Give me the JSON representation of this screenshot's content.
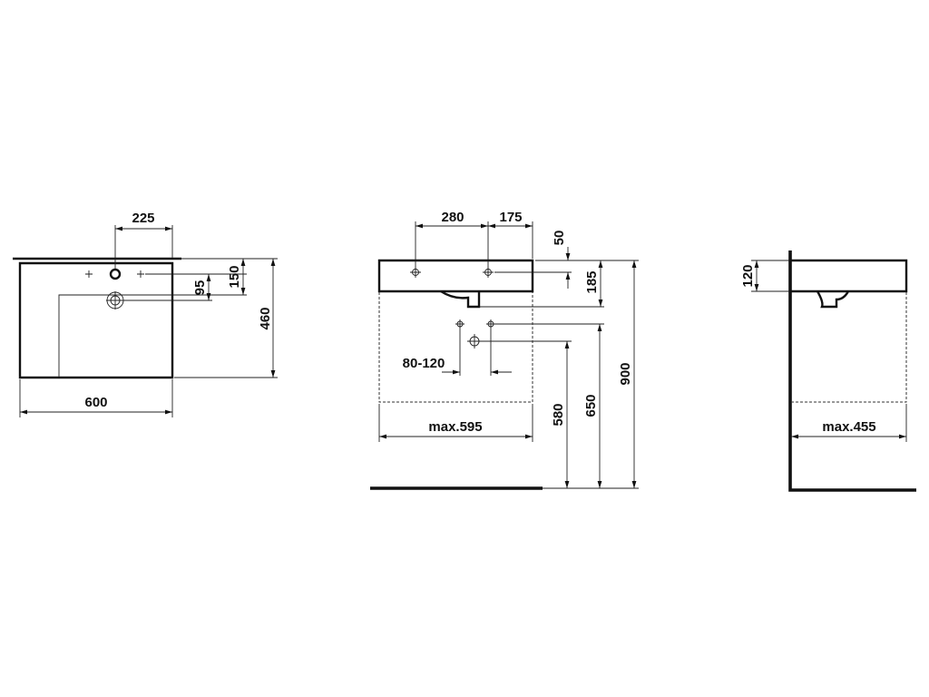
{
  "dimensions": {
    "top_view": {
      "tap_offset": "225",
      "width": "600",
      "depth": "460",
      "tap_hole_depth": "150",
      "overflow_depth": "95"
    },
    "front_view": {
      "holes_spacing": "280",
      "hole_to_edge": "175",
      "rim_top": "50",
      "basin_height": "185",
      "waste_spacing": "80-120",
      "cabinet_width": "max.595",
      "height_580": "580",
      "height_650": "650",
      "height_900": "900"
    },
    "side_view": {
      "rim_height": "120",
      "cabinet_depth": "max.455"
    }
  },
  "colors": {
    "line": "#111111",
    "background": "#ffffff"
  }
}
